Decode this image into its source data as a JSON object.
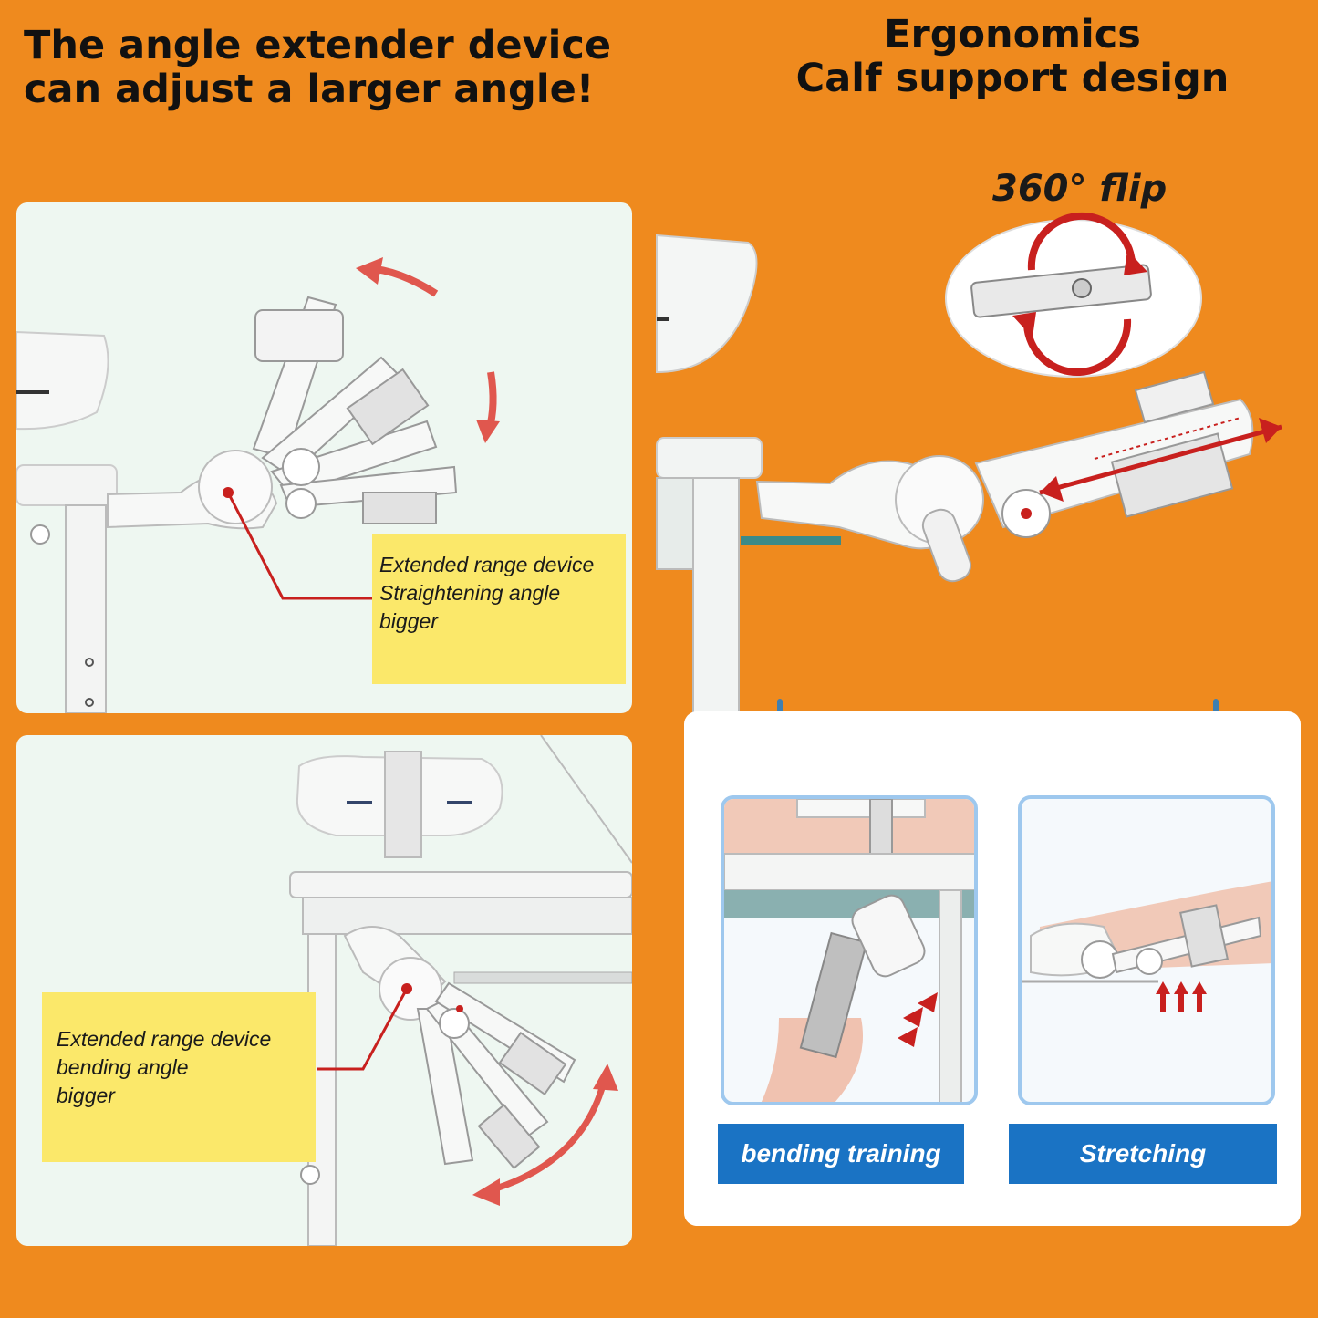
{
  "headline_left": {
    "line1": "The angle extender device",
    "line2": "can adjust a larger angle!"
  },
  "headline_right": {
    "line1": "Ergonomics",
    "line2": "Calf support design"
  },
  "flip": {
    "label": "360° flip"
  },
  "panel_top_left": {
    "note": {
      "line1": "Extended range device",
      "line2": "Straightening angle",
      "line3": "bigger"
    }
  },
  "panel_bottom_left": {
    "note": {
      "line1": "Extended range device",
      "line2": "bending angle",
      "line3": "bigger"
    }
  },
  "training": {
    "bending_label": "bending training",
    "stretching_label": "Stretching"
  },
  "colors": {
    "background": "#ef8a1e",
    "panel": "#eef7f1",
    "note": "#fbe86a",
    "accent_red": "#c8201e",
    "tag_blue": "#1a73c4"
  }
}
